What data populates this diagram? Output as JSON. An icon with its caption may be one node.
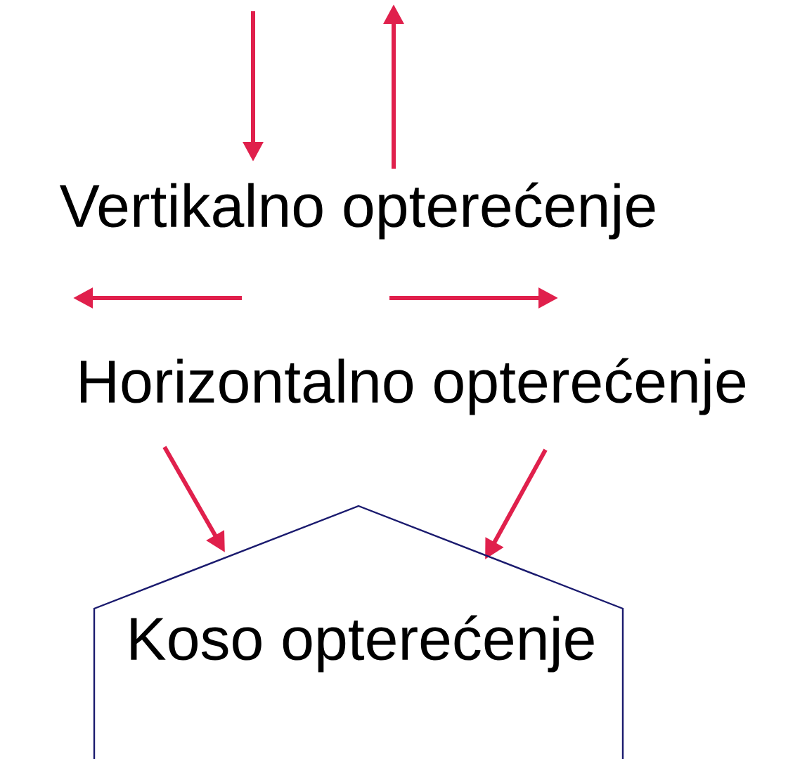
{
  "diagram": {
    "nodes": [
      {
        "text": [
          "Koso opterećenje"
        ]
      }
    ],
    "labels": [
      "Vertikalno opterećenje",
      "Horizontalno opterećenje"
    ]
  }
}
